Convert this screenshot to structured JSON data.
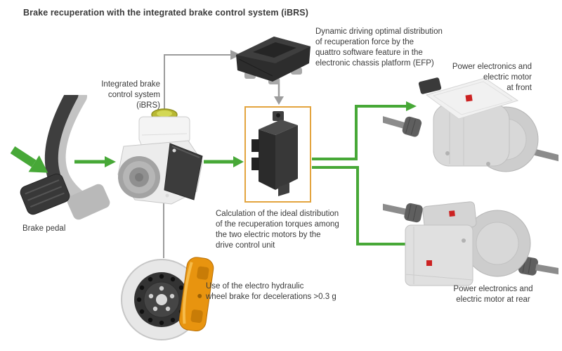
{
  "title": "Brake recuperation with the integrated brake control system (iBRS)",
  "nodes": {
    "brake_pedal": {
      "label": "Brake pedal"
    },
    "ibrs": {
      "label": "Integrated brake\ncontrol system\n(iBRS)"
    },
    "efp": {
      "label": "Dynamic driving optimal distribution\nof recuperation force by the\nquattro software feature in the\nelectronic chassis platform (EFP)"
    },
    "drive_control_unit": {
      "label": "Calculation of the ideal distribution\nof the recuperation torques among\nthe two electric motors by the\ndrive control unit"
    },
    "wheel_brake": {
      "label": "Use of the electro hydraulic\nwheel brake for decelerations >0.3 g"
    },
    "front_motor": {
      "label": "Power electronics and\nelectric motor\nat front"
    },
    "rear_motor": {
      "label": "Power electronics and\nelectric motor at rear"
    }
  },
  "icons": {
    "press_arrow": "green-press-arrow",
    "flow_arrows": "green-flow-arrow",
    "signal_lines": "gray-signal-connector",
    "badge": "red-s-model-badge"
  },
  "colors": {
    "arrow_green": "#47a837",
    "connector_gray": "#9c9c9c",
    "highlight_orange": "#e3a43e",
    "caliper_orange": "#e8940f",
    "text_color": "#3a3a3a"
  }
}
